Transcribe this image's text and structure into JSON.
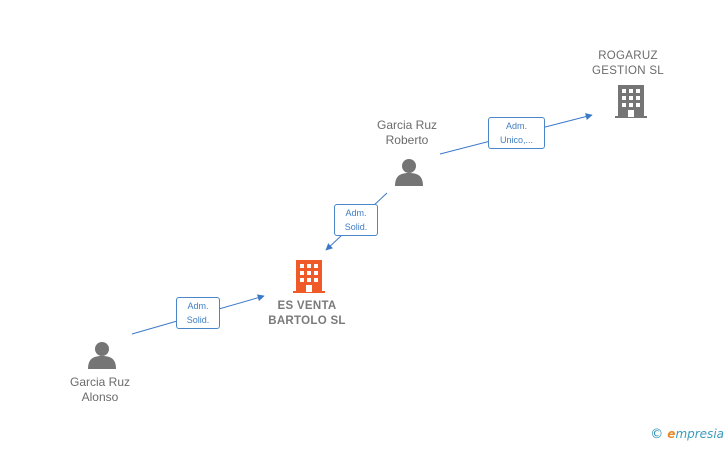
{
  "nodes": {
    "rogaruz": {
      "line1": "ROGARUZ",
      "line2": "GESTION  SL",
      "color": "#757575"
    },
    "roberto": {
      "line1": "Garcia Ruz",
      "line2": "Roberto",
      "color": "#757575"
    },
    "esventa": {
      "line1": "ES VENTA",
      "line2": "BARTOLO  SL",
      "color": "#f05a28"
    },
    "alonso": {
      "line1": "Garcia Ruz",
      "line2": "Alonso",
      "color": "#757575"
    }
  },
  "relations": {
    "roberto_rogaruz": {
      "line1": "Adm.",
      "line2": "Unico,..."
    },
    "roberto_esventa": {
      "line1": "Adm.",
      "line2": "Solid."
    },
    "alonso_esventa": {
      "line1": "Adm.",
      "line2": "Solid."
    }
  },
  "colors": {
    "edge": "#3a78c8"
  },
  "watermark": {
    "copyright": "©",
    "brand_initial": "e",
    "brand_rest": "mpresia"
  }
}
